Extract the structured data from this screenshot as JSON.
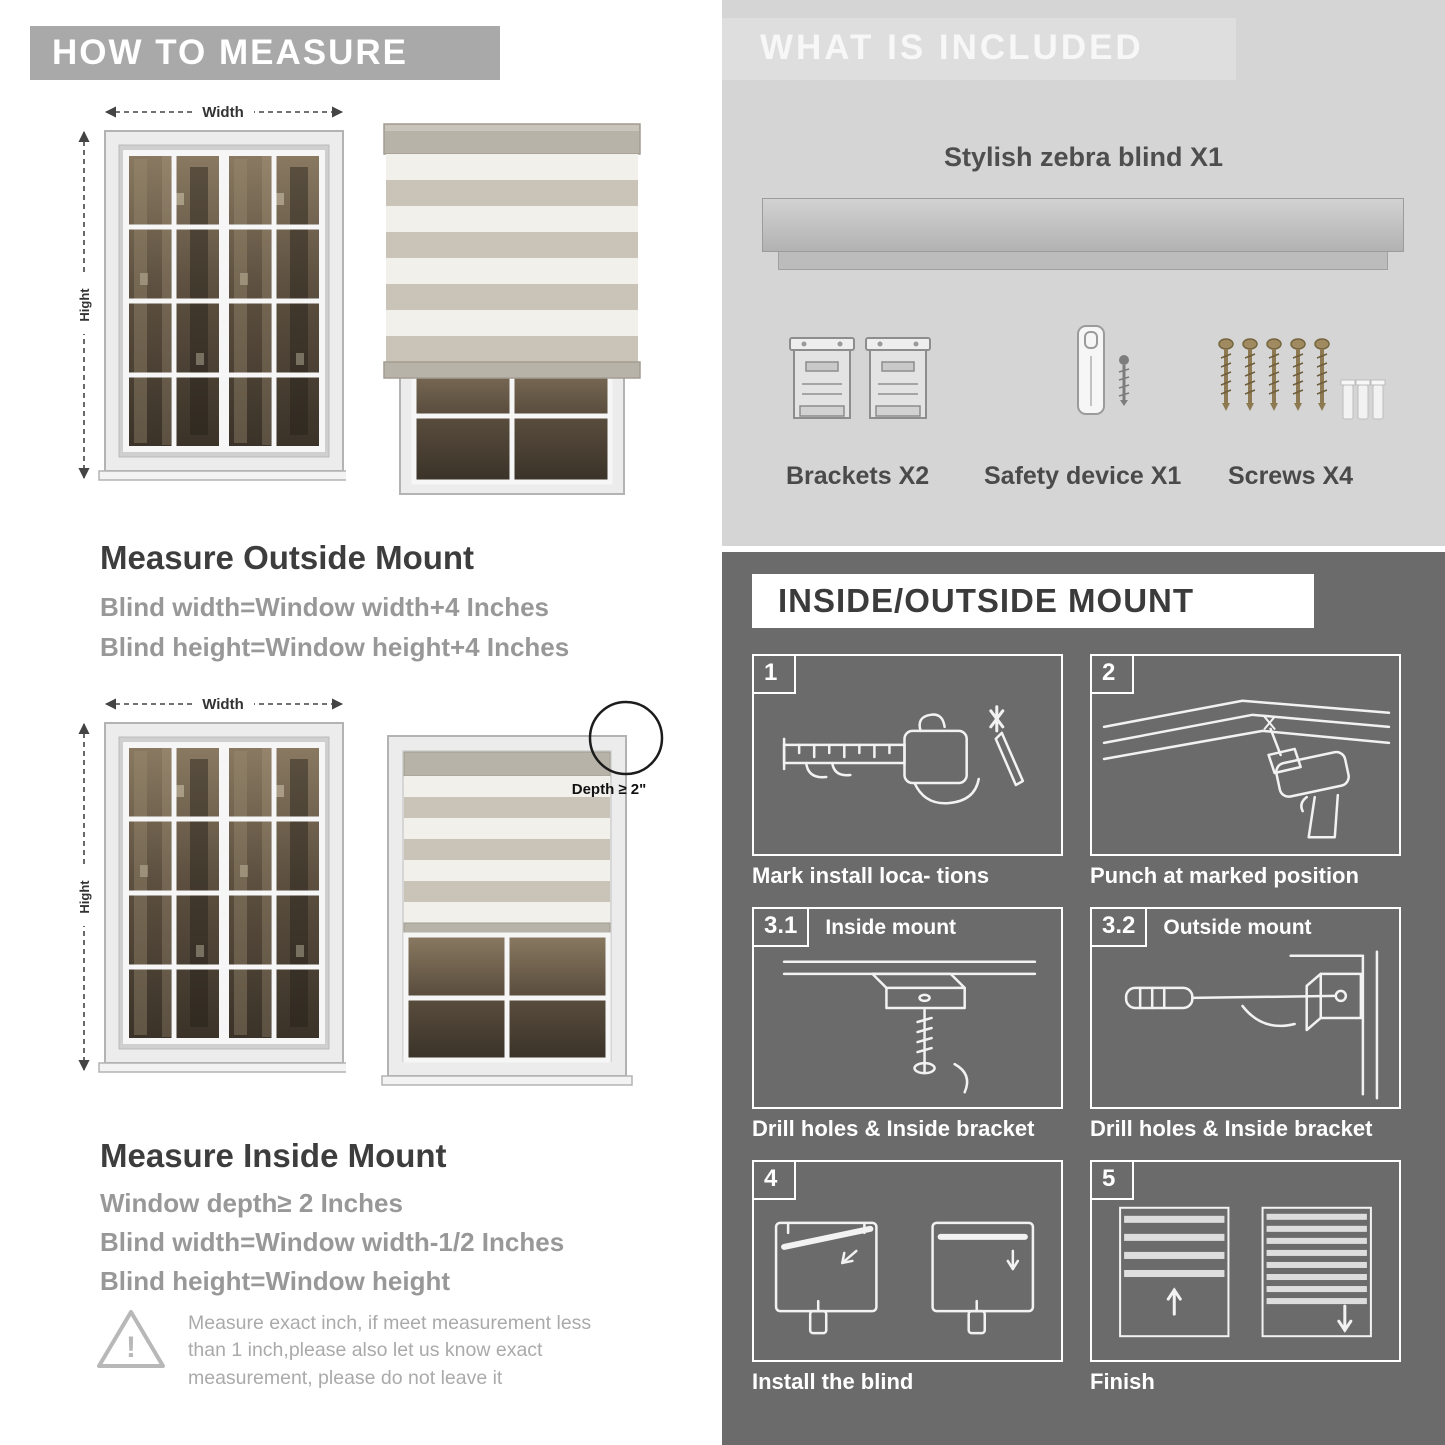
{
  "colors": {
    "banner_gray": "#a9a9a9",
    "included_bg": "#d5d5d5",
    "mount_bg": "#6b6b6b",
    "heading_dark": "#3d3d3d",
    "body_gray": "#989898",
    "blind_solid_stripe": "#c9c3b8",
    "blind_sheer_stripe": "#f2f0eb"
  },
  "how_to_measure": {
    "header": "HOW TO MEASURE",
    "labels": {
      "width": "Width",
      "height": "Hight",
      "depth": "Depth ≥ 2\""
    },
    "outside": {
      "title": "Measure Outside Mount",
      "lines": [
        "Blind width=Window width+4 Inches",
        "Blind height=Window height+4 Inches"
      ]
    },
    "inside": {
      "title": "Measure Inside Mount",
      "lines": [
        "Window depth≥ 2 Inches",
        "Blind width=Window width-1/2 Inches",
        "Blind height=Window height"
      ]
    },
    "warning_mark": "!",
    "warning": "Measure exact inch, if meet measurement less than 1 inch,please also let us know exact measurement, please do not leave it"
  },
  "included": {
    "header": "WHAT IS INCLUDED",
    "blind_label": "Stylish zebra blind X1",
    "items": [
      {
        "label": "Brackets X2"
      },
      {
        "label": "Safety device X1"
      },
      {
        "label": "Screws X4"
      }
    ]
  },
  "mount": {
    "header": "INSIDE/OUTSIDE MOUNT",
    "steps": [
      {
        "num": "1",
        "caption": "Mark install loca- tions"
      },
      {
        "num": "2",
        "caption": "Punch at marked position"
      },
      {
        "num": "3.1",
        "label": "Inside mount",
        "caption": "Drill holes & Inside bracket"
      },
      {
        "num": "3.2",
        "label": "Outside mount",
        "caption": "Drill holes & Inside bracket"
      },
      {
        "num": "4",
        "caption": "Install the blind"
      },
      {
        "num": "5",
        "caption": "Finish"
      }
    ]
  }
}
